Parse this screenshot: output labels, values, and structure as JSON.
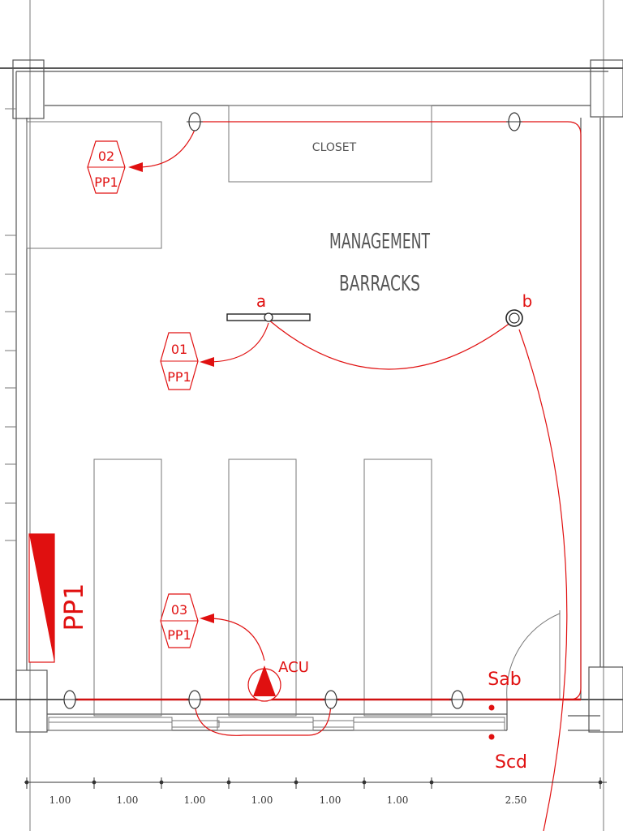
{
  "room": {
    "name_line1": "MANAGEMENT",
    "name_line2": "BARRACKS",
    "closet_label": "CLOSET"
  },
  "panel": {
    "label": "PP1"
  },
  "circuits": [
    {
      "number": "02",
      "panel": "PP1"
    },
    {
      "number": "01",
      "panel": "PP1"
    },
    {
      "number": "03",
      "panel": "PP1"
    }
  ],
  "fixtures": {
    "light_a": "a",
    "light_b": "b",
    "acu": "ACU",
    "switch_ab": "Sab",
    "switch_cd": "Scd"
  },
  "dimensions": [
    "1.00",
    "1.00",
    "1.00",
    "1.00",
    "1.00",
    "1.00",
    "2.50"
  ],
  "colors": {
    "wiring": "#e01010",
    "walls": "#555555",
    "text": "#555555"
  }
}
